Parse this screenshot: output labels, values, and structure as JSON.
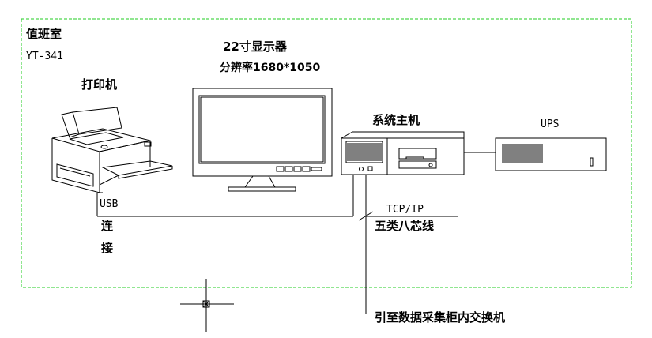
{
  "room": {
    "name": "值班室",
    "code": "YT-341"
  },
  "printer": {
    "label": "打印机"
  },
  "monitor": {
    "title": "22寸显示器",
    "resolution": "分辨率1680*1050"
  },
  "host": {
    "label": "系统主机"
  },
  "ups": {
    "label": "UPS"
  },
  "usb_link": {
    "line1": "USB",
    "line2": "连",
    "line3": "接"
  },
  "network": {
    "protocol": "TCP/IP",
    "cable": "五类八芯线"
  },
  "uplink": {
    "label": "引至数据采集柜内交换机"
  },
  "colors": {
    "boundary": "#22cc22",
    "line": "#000000"
  }
}
